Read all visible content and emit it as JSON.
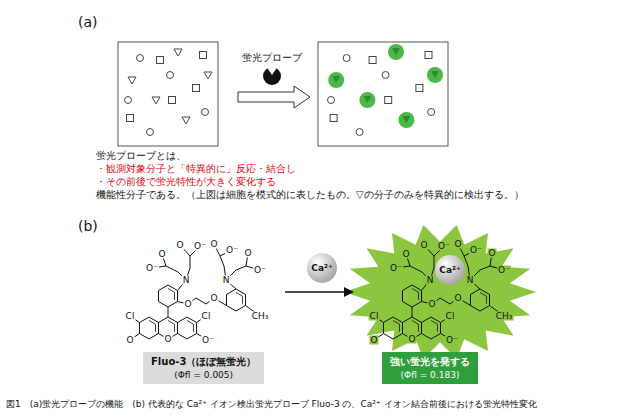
{
  "diagram": {
    "caption": "図1　(a)蛍光プローブの機能　(b) 代表的な Ca²⁺ イオン検出蛍光プローブ Fluo-3 の、Ca²⁺ イオン結合前後における蛍光特性変化",
    "nodes": [
      {
        "text": [
          "Ca²⁺"
        ]
      },
      {
        "text": [
          "Ca²⁺"
        ]
      },
      {
        "text": [
          "Fluo-3（ほぼ無蛍光）",
          "(Φfl = 0.005)"
        ]
      },
      {
        "text": [
          "強い蛍光を発する",
          "(Φfl = 0.183)"
        ]
      }
    ],
    "labels": [
      "(a)",
      "蛍光プローブ",
      "蛍光プローブとは、",
      "・観測対象分子と「特異的に」反応・結合し",
      "・その前後で蛍光特性が大きく変化する",
      "機能性分子である。（上図は細胞を模式的に表したもの。▽の分子のみを特異的に検出する。）",
      "(b)",
      "O⁻",
      "O",
      "O",
      "O⁻",
      "O",
      "O⁻",
      "O",
      "O⁻",
      "N",
      "N",
      "O",
      "O",
      "Cl",
      "Cl",
      "O",
      "O",
      "O⁻",
      "CH₃",
      "O⁻",
      "O",
      "O",
      "O⁻",
      "O",
      "O⁻",
      "O",
      "O⁻",
      "N",
      "N",
      "O",
      "O",
      "Cl",
      "Cl",
      "O",
      "O",
      "O⁻",
      "CH₃"
    ]
  }
}
